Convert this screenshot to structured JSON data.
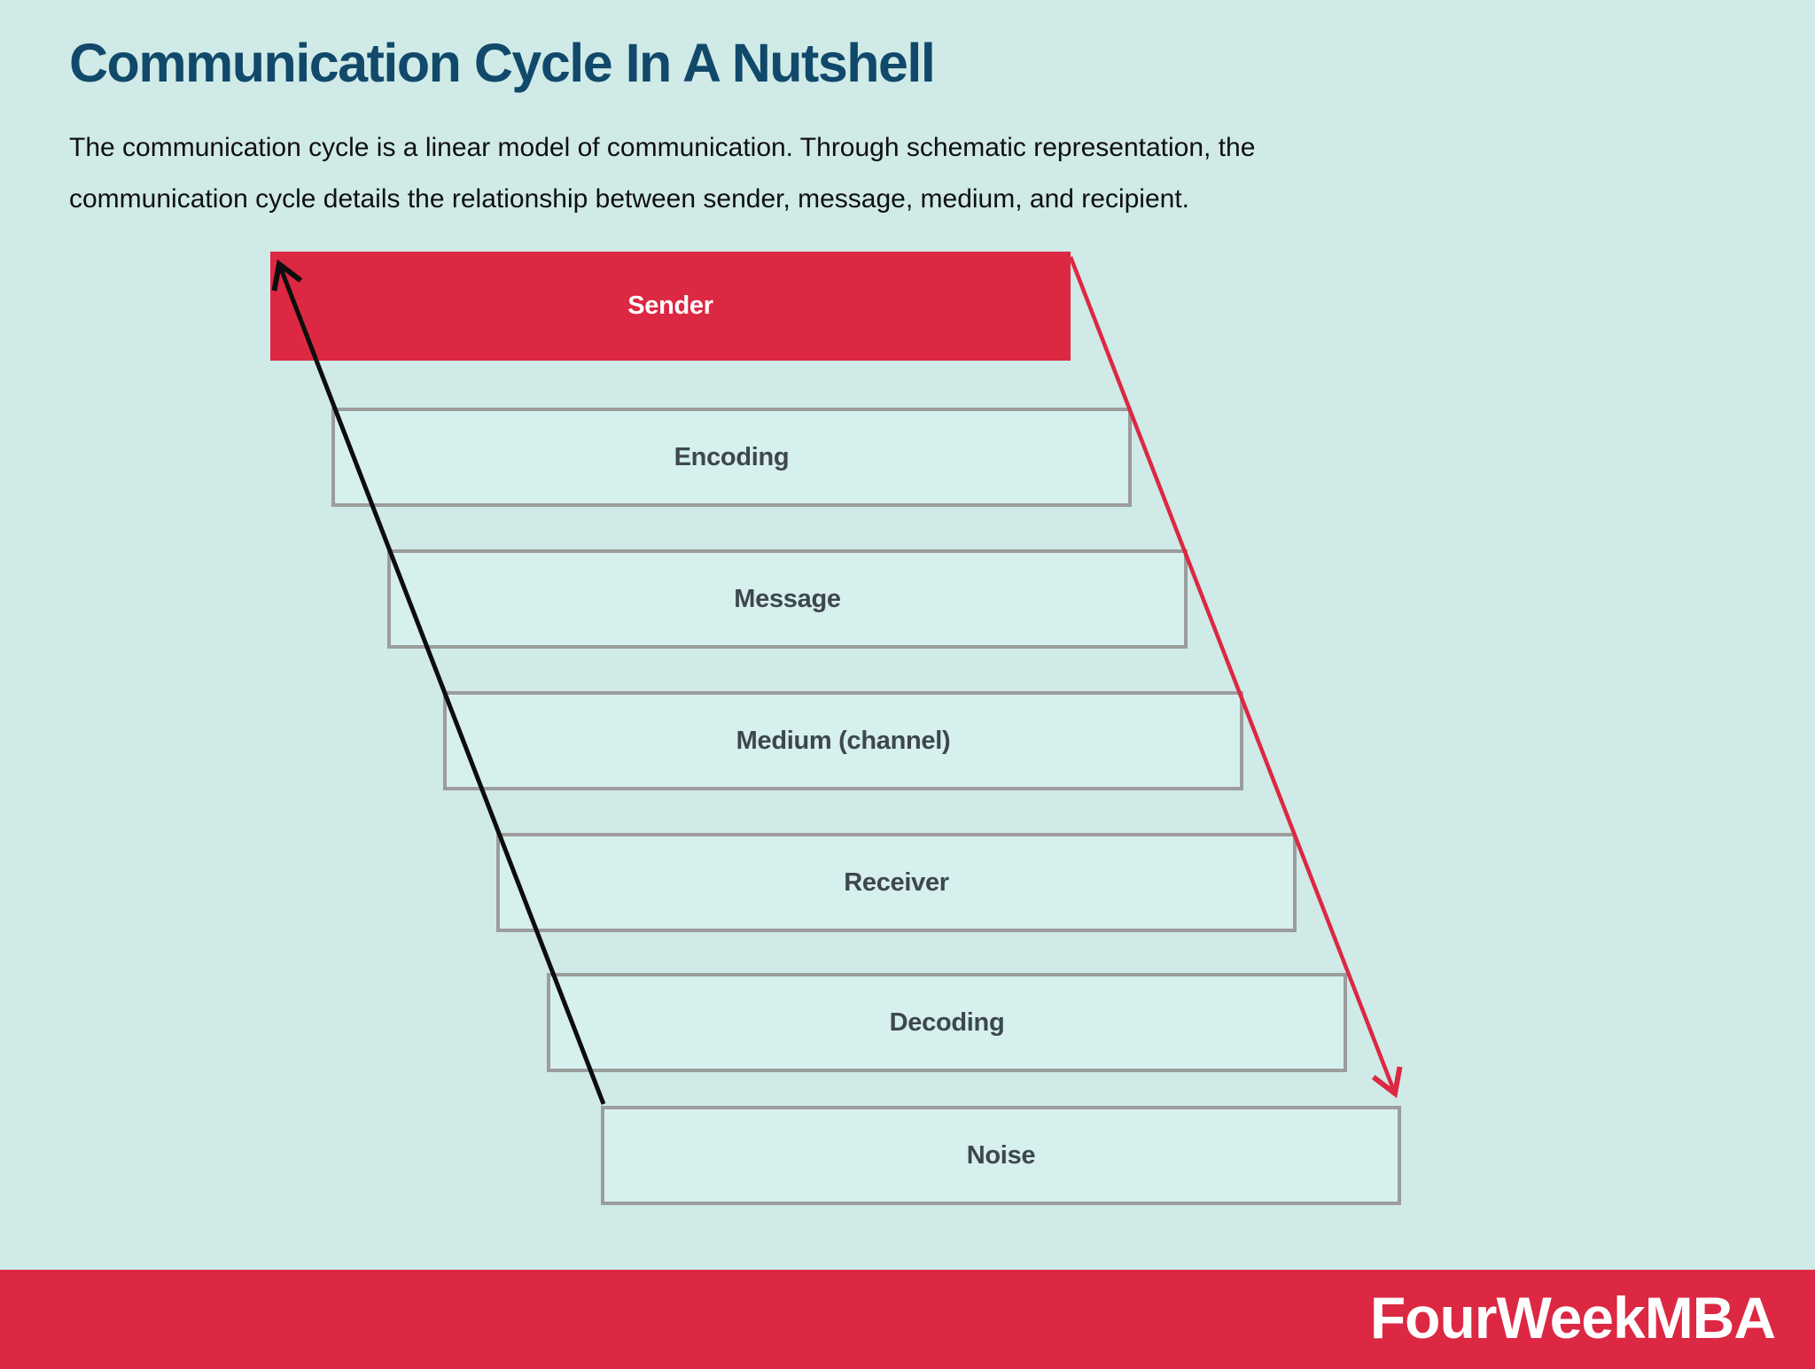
{
  "header": {
    "title": "Communication Cycle In A Nutshell",
    "description_lines": [
      "The communication cycle is a linear model of communication. Through schematic representation, the",
      "communication cycle details the relationship between sender, message, medium, and recipient."
    ]
  },
  "diagram": {
    "boxes": [
      {
        "label": "Sender",
        "variant": "primary"
      },
      {
        "label": "Encoding",
        "variant": "default"
      },
      {
        "label": "Message",
        "variant": "default"
      },
      {
        "label": "Medium (channel)",
        "variant": "default"
      },
      {
        "label": "Receiver",
        "variant": "default"
      },
      {
        "label": "Decoding",
        "variant": "default"
      },
      {
        "label": "Noise",
        "variant": "default"
      }
    ],
    "arrows": [
      {
        "name": "return-arrow",
        "color": "#0d0d0d",
        "from": "Noise",
        "to": "Sender"
      },
      {
        "name": "flow-arrow",
        "color": "#dc2843",
        "from": "Sender",
        "to": "Noise"
      }
    ]
  },
  "footer": {
    "brand": "FourWeekMBA"
  },
  "colors": {
    "background": "#cfeae7",
    "accent_red": "#dc2843",
    "title_blue": "#11496b",
    "box_fill": "#d6f0ed",
    "box_border": "#9c9c9c",
    "box_label": "#3d4750",
    "arrow_black": "#0d0d0d"
  }
}
